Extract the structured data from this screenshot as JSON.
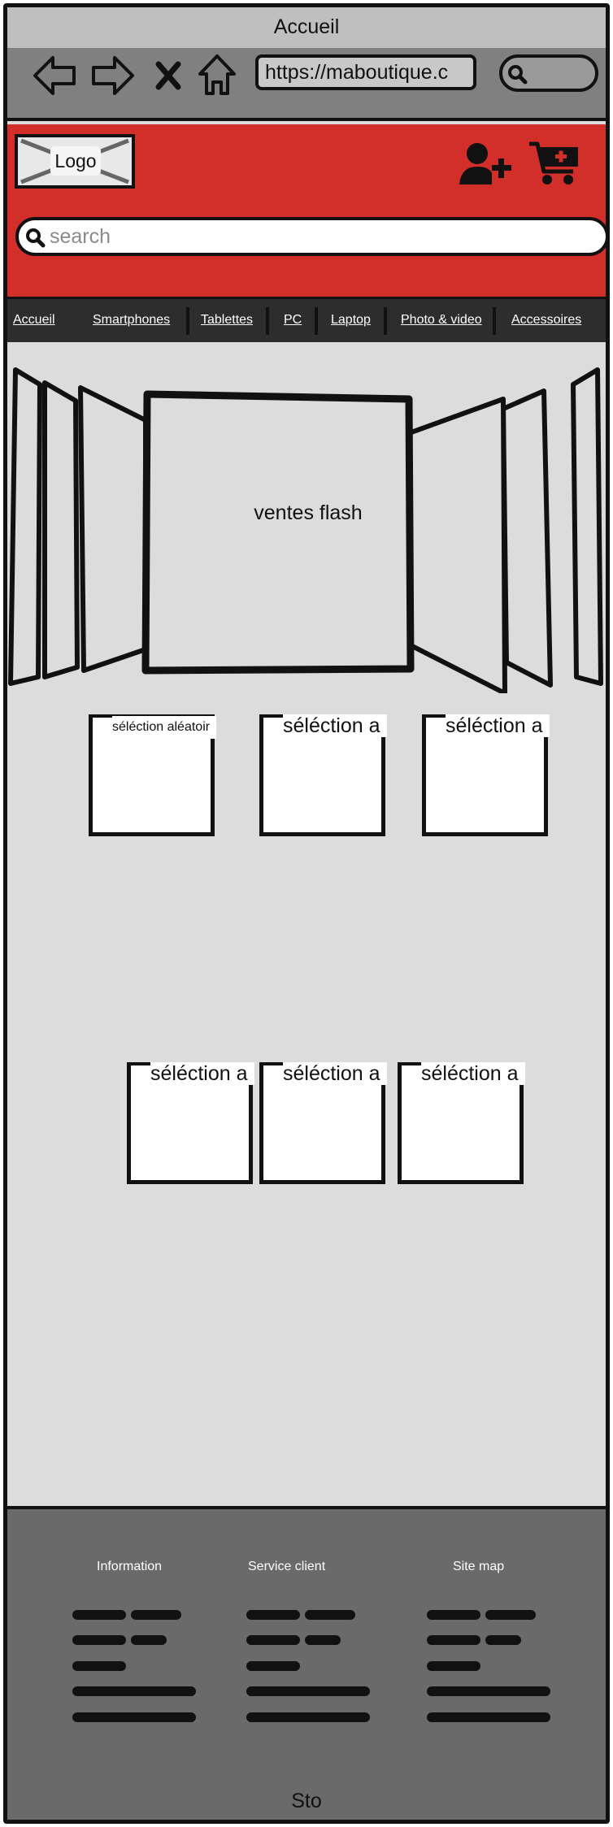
{
  "browser": {
    "title": "Accueil",
    "url": "https://maboutique.c",
    "icons": [
      "back-arrow-icon",
      "forward-arrow-icon",
      "close-icon",
      "home-icon",
      "search-icon"
    ]
  },
  "header": {
    "logo": "Logo",
    "icons": [
      "add-user-icon",
      "add-to-cart-icon"
    ],
    "search_placeholder": "search"
  },
  "nav": {
    "items": [
      "Accueil",
      "Smartphones",
      "Tablettes",
      "PC",
      "Laptop",
      "Photo & video",
      "Accessoires"
    ]
  },
  "carousel": {
    "title": "ventes flash"
  },
  "products": {
    "row1": [
      "séléction aléatoir",
      "séléction a",
      "séléction a"
    ],
    "row2": [
      "séléction a",
      "séléction a",
      "séléction a"
    ]
  },
  "footer": {
    "columns": [
      "Information",
      "Service client",
      "Site map"
    ],
    "bottom": "Sto"
  },
  "colors": {
    "header": "#d22e2a",
    "nav": "#2d2d2d",
    "footer": "#6a6a6a",
    "content_bg": "#dcdcdc"
  }
}
